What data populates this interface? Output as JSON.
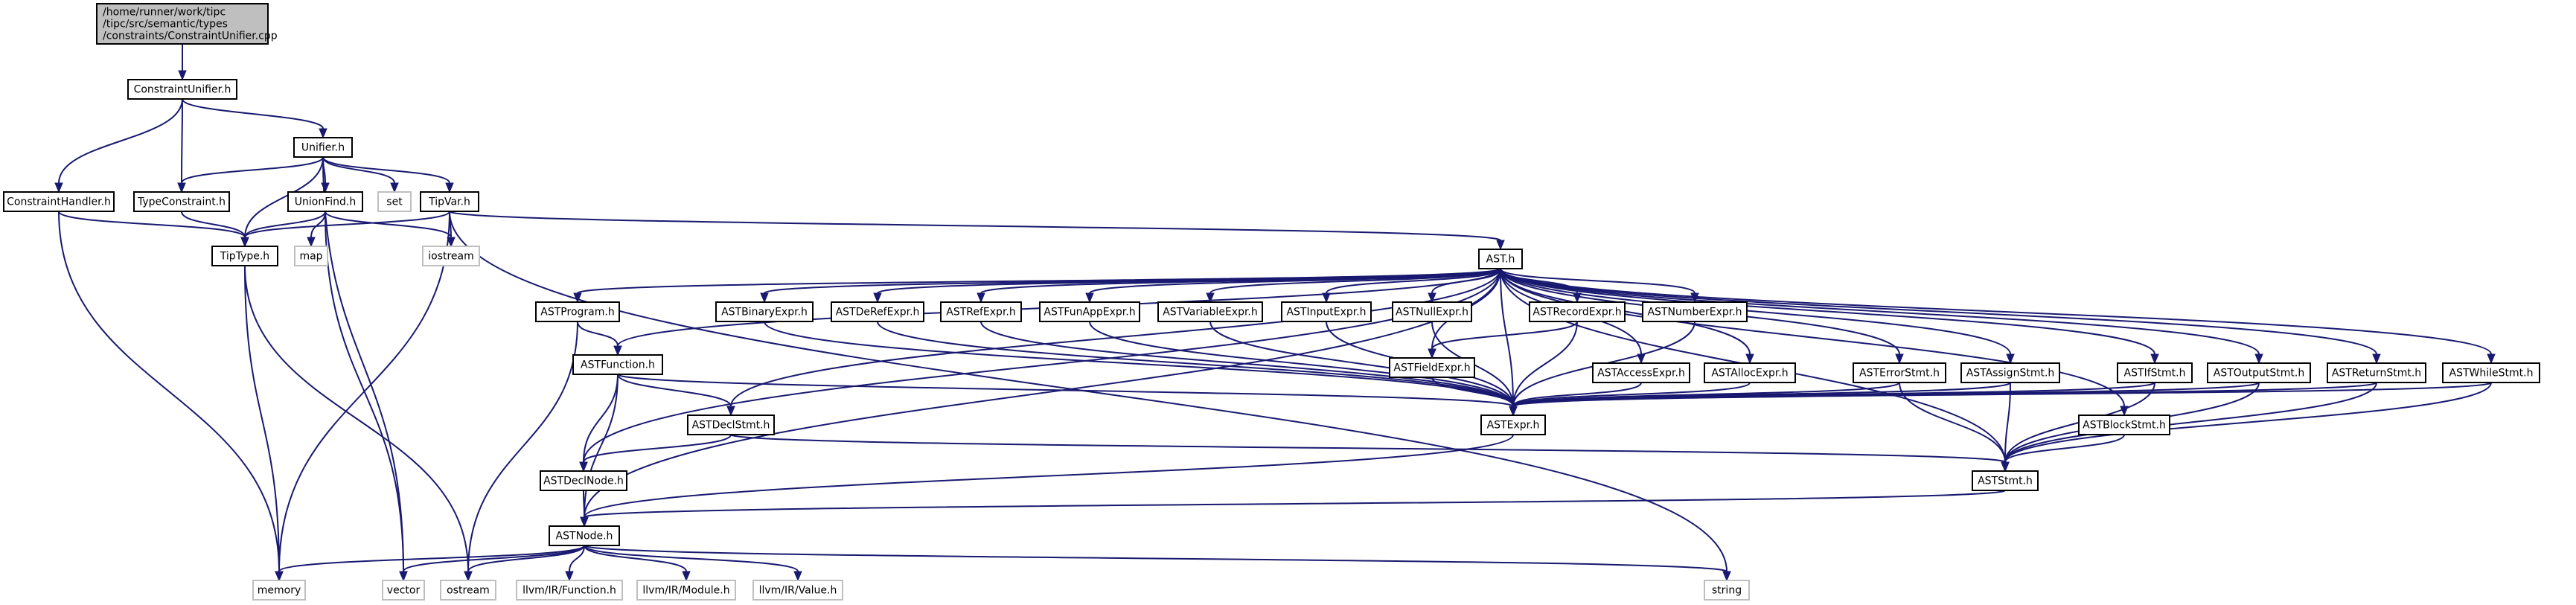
{
  "colors": {
    "edge": "#191970",
    "node_border": "#000000",
    "external_border": "#bfbfbf",
    "root_fill": "#bfbfbf",
    "node_fill": "#ffffff",
    "text": "#000000"
  },
  "nodes": [
    {
      "id": "root",
      "lines": [
        "/home/runner/work/tipc",
        "/tipc/src/semantic/types",
        "/constraints/ConstraintUnifier.cpp"
      ],
      "kind": "root"
    },
    {
      "id": "ConstraintUnifier_h",
      "lines": [
        "ConstraintUnifier.h"
      ],
      "kind": "local"
    },
    {
      "id": "Unifier_h",
      "lines": [
        "Unifier.h"
      ],
      "kind": "local"
    },
    {
      "id": "ConstraintHandler_h",
      "lines": [
        "ConstraintHandler.h"
      ],
      "kind": "local"
    },
    {
      "id": "TypeConstraint_h",
      "lines": [
        "TypeConstraint.h"
      ],
      "kind": "local"
    },
    {
      "id": "UnionFind_h",
      "lines": [
        "UnionFind.h"
      ],
      "kind": "local"
    },
    {
      "id": "set",
      "lines": [
        "set"
      ],
      "kind": "external"
    },
    {
      "id": "TipVar_h",
      "lines": [
        "TipVar.h"
      ],
      "kind": "local"
    },
    {
      "id": "TipType_h",
      "lines": [
        "TipType.h"
      ],
      "kind": "local"
    },
    {
      "id": "map",
      "lines": [
        "map"
      ],
      "kind": "external"
    },
    {
      "id": "iostream",
      "lines": [
        "iostream"
      ],
      "kind": "external"
    },
    {
      "id": "AST_h",
      "lines": [
        "AST.h"
      ],
      "kind": "local"
    },
    {
      "id": "ASTProgram_h",
      "lines": [
        "ASTProgram.h"
      ],
      "kind": "local"
    },
    {
      "id": "ASTBinaryExpr_h",
      "lines": [
        "ASTBinaryExpr.h"
      ],
      "kind": "local"
    },
    {
      "id": "ASTDeRefExpr_h",
      "lines": [
        "ASTDeRefExpr.h"
      ],
      "kind": "local"
    },
    {
      "id": "ASTRefExpr_h",
      "lines": [
        "ASTRefExpr.h"
      ],
      "kind": "local"
    },
    {
      "id": "ASTFunAppExpr_h",
      "lines": [
        "ASTFunAppExpr.h"
      ],
      "kind": "local"
    },
    {
      "id": "ASTVariableExpr_h",
      "lines": [
        "ASTVariableExpr.h"
      ],
      "kind": "local"
    },
    {
      "id": "ASTInputExpr_h",
      "lines": [
        "ASTInputExpr.h"
      ],
      "kind": "local"
    },
    {
      "id": "ASTNullExpr_h",
      "lines": [
        "ASTNullExpr.h"
      ],
      "kind": "local"
    },
    {
      "id": "ASTRecordExpr_h",
      "lines": [
        "ASTRecordExpr.h"
      ],
      "kind": "local"
    },
    {
      "id": "ASTNumberExpr_h",
      "lines": [
        "ASTNumberExpr.h"
      ],
      "kind": "local"
    },
    {
      "id": "ASTFunction_h",
      "lines": [
        "ASTFunction.h"
      ],
      "kind": "local"
    },
    {
      "id": "ASTFieldExpr_h",
      "lines": [
        "ASTFieldExpr.h"
      ],
      "kind": "local"
    },
    {
      "id": "ASTAccessExpr_h",
      "lines": [
        "ASTAccessExpr.h"
      ],
      "kind": "local"
    },
    {
      "id": "ASTAllocExpr_h",
      "lines": [
        "ASTAllocExpr.h"
      ],
      "kind": "local"
    },
    {
      "id": "ASTErrorStmt_h",
      "lines": [
        "ASTErrorStmt.h"
      ],
      "kind": "local"
    },
    {
      "id": "ASTAssignStmt_h",
      "lines": [
        "ASTAssignStmt.h"
      ],
      "kind": "local"
    },
    {
      "id": "ASTIfStmt_h",
      "lines": [
        "ASTIfStmt.h"
      ],
      "kind": "local"
    },
    {
      "id": "ASTOutputStmt_h",
      "lines": [
        "ASTOutputStmt.h"
      ],
      "kind": "local"
    },
    {
      "id": "ASTReturnStmt_h",
      "lines": [
        "ASTReturnStmt.h"
      ],
      "kind": "local"
    },
    {
      "id": "ASTWhileStmt_h",
      "lines": [
        "ASTWhileStmt.h"
      ],
      "kind": "local"
    },
    {
      "id": "ASTExpr_h",
      "lines": [
        "ASTExpr.h"
      ],
      "kind": "local"
    },
    {
      "id": "ASTBlockStmt_h",
      "lines": [
        "ASTBlockStmt.h"
      ],
      "kind": "local"
    },
    {
      "id": "ASTDeclStmt_h",
      "lines": [
        "ASTDeclStmt.h"
      ],
      "kind": "local"
    },
    {
      "id": "ASTDeclNode_h",
      "lines": [
        "ASTDeclNode.h"
      ],
      "kind": "local"
    },
    {
      "id": "ASTStmt_h",
      "lines": [
        "ASTStmt.h"
      ],
      "kind": "local"
    },
    {
      "id": "ASTNode_h",
      "lines": [
        "ASTNode.h"
      ],
      "kind": "local"
    },
    {
      "id": "memory",
      "lines": [
        "memory"
      ],
      "kind": "external"
    },
    {
      "id": "vector",
      "lines": [
        "vector"
      ],
      "kind": "external"
    },
    {
      "id": "ostream",
      "lines": [
        "ostream"
      ],
      "kind": "external"
    },
    {
      "id": "llvm_IR_Function_h",
      "lines": [
        "llvm/IR/Function.h"
      ],
      "kind": "external"
    },
    {
      "id": "llvm_IR_Module_h",
      "lines": [
        "llvm/IR/Module.h"
      ],
      "kind": "external"
    },
    {
      "id": "llvm_IR_Value_h",
      "lines": [
        "llvm/IR/Value.h"
      ],
      "kind": "external"
    },
    {
      "id": "string",
      "lines": [
        "string"
      ],
      "kind": "external"
    }
  ],
  "edges": [
    [
      "root",
      "ConstraintUnifier_h"
    ],
    [
      "ConstraintUnifier_h",
      "Unifier_h"
    ],
    [
      "ConstraintUnifier_h",
      "ConstraintHandler_h"
    ],
    [
      "ConstraintUnifier_h",
      "TypeConstraint_h"
    ],
    [
      "Unifier_h",
      "TypeConstraint_h"
    ],
    [
      "Unifier_h",
      "UnionFind_h"
    ],
    [
      "Unifier_h",
      "set"
    ],
    [
      "Unifier_h",
      "TipVar_h"
    ],
    [
      "Unifier_h",
      "TipType_h"
    ],
    [
      "Unifier_h",
      "vector"
    ],
    [
      "ConstraintHandler_h",
      "TipType_h"
    ],
    [
      "ConstraintHandler_h",
      "memory"
    ],
    [
      "TypeConstraint_h",
      "TipType_h"
    ],
    [
      "UnionFind_h",
      "TipType_h"
    ],
    [
      "UnionFind_h",
      "map"
    ],
    [
      "UnionFind_h",
      "iostream"
    ],
    [
      "UnionFind_h",
      "vector"
    ],
    [
      "TipVar_h",
      "TipType_h"
    ],
    [
      "TipVar_h",
      "iostream"
    ],
    [
      "TipVar_h",
      "AST_h"
    ],
    [
      "TipVar_h",
      "memory"
    ],
    [
      "TipVar_h",
      "string"
    ],
    [
      "TipType_h",
      "memory"
    ],
    [
      "TipType_h",
      "ostream"
    ],
    [
      "AST_h",
      "ASTProgram_h"
    ],
    [
      "AST_h",
      "ASTBinaryExpr_h"
    ],
    [
      "AST_h",
      "ASTDeRefExpr_h"
    ],
    [
      "AST_h",
      "ASTRefExpr_h"
    ],
    [
      "AST_h",
      "ASTFunAppExpr_h"
    ],
    [
      "AST_h",
      "ASTVariableExpr_h"
    ],
    [
      "AST_h",
      "ASTInputExpr_h"
    ],
    [
      "AST_h",
      "ASTNullExpr_h"
    ],
    [
      "AST_h",
      "ASTRecordExpr_h"
    ],
    [
      "AST_h",
      "ASTNumberExpr_h"
    ],
    [
      "AST_h",
      "ASTFunction_h"
    ],
    [
      "AST_h",
      "ASTFieldExpr_h"
    ],
    [
      "AST_h",
      "ASTAccessExpr_h"
    ],
    [
      "AST_h",
      "ASTAllocExpr_h"
    ],
    [
      "AST_h",
      "ASTErrorStmt_h"
    ],
    [
      "AST_h",
      "ASTAssignStmt_h"
    ],
    [
      "AST_h",
      "ASTIfStmt_h"
    ],
    [
      "AST_h",
      "ASTOutputStmt_h"
    ],
    [
      "AST_h",
      "ASTReturnStmt_h"
    ],
    [
      "AST_h",
      "ASTWhileStmt_h"
    ],
    [
      "AST_h",
      "ASTExpr_h"
    ],
    [
      "AST_h",
      "ASTBlockStmt_h"
    ],
    [
      "AST_h",
      "ASTDeclStmt_h"
    ],
    [
      "AST_h",
      "ASTDeclNode_h"
    ],
    [
      "AST_h",
      "ASTStmt_h"
    ],
    [
      "AST_h",
      "ASTNode_h"
    ],
    [
      "ASTProgram_h",
      "ASTFunction_h"
    ],
    [
      "ASTProgram_h",
      "ostream"
    ],
    [
      "ASTBinaryExpr_h",
      "ASTExpr_h"
    ],
    [
      "ASTDeRefExpr_h",
      "ASTExpr_h"
    ],
    [
      "ASTRefExpr_h",
      "ASTExpr_h"
    ],
    [
      "ASTFunAppExpr_h",
      "ASTExpr_h"
    ],
    [
      "ASTVariableExpr_h",
      "ASTExpr_h"
    ],
    [
      "ASTInputExpr_h",
      "ASTExpr_h"
    ],
    [
      "ASTNullExpr_h",
      "ASTExpr_h"
    ],
    [
      "ASTRecordExpr_h",
      "ASTFieldExpr_h"
    ],
    [
      "ASTRecordExpr_h",
      "ASTExpr_h"
    ],
    [
      "ASTNumberExpr_h",
      "ASTExpr_h"
    ],
    [
      "ASTFieldExpr_h",
      "ASTExpr_h"
    ],
    [
      "ASTAccessExpr_h",
      "ASTExpr_h"
    ],
    [
      "ASTAllocExpr_h",
      "ASTExpr_h"
    ],
    [
      "ASTErrorStmt_h",
      "ASTExpr_h"
    ],
    [
      "ASTErrorStmt_h",
      "ASTStmt_h"
    ],
    [
      "ASTAssignStmt_h",
      "ASTExpr_h"
    ],
    [
      "ASTAssignStmt_h",
      "ASTStmt_h"
    ],
    [
      "ASTIfStmt_h",
      "ASTExpr_h"
    ],
    [
      "ASTIfStmt_h",
      "ASTStmt_h"
    ],
    [
      "ASTOutputStmt_h",
      "ASTExpr_h"
    ],
    [
      "ASTOutputStmt_h",
      "ASTStmt_h"
    ],
    [
      "ASTReturnStmt_h",
      "ASTExpr_h"
    ],
    [
      "ASTReturnStmt_h",
      "ASTStmt_h"
    ],
    [
      "ASTWhileStmt_h",
      "ASTExpr_h"
    ],
    [
      "ASTWhileStmt_h",
      "ASTStmt_h"
    ],
    [
      "ASTBlockStmt_h",
      "ASTStmt_h"
    ],
    [
      "ASTFunction_h",
      "ASTDeclStmt_h"
    ],
    [
      "ASTFunction_h",
      "ASTDeclNode_h"
    ],
    [
      "ASTFunction_h",
      "ASTNode_h"
    ],
    [
      "ASTFunction_h",
      "ASTExpr_h"
    ],
    [
      "ASTDeclStmt_h",
      "ASTDeclNode_h"
    ],
    [
      "ASTDeclStmt_h",
      "ASTStmt_h"
    ],
    [
      "ASTDeclNode_h",
      "ASTNode_h"
    ],
    [
      "ASTExpr_h",
      "ASTNode_h"
    ],
    [
      "ASTStmt_h",
      "ASTNode_h"
    ],
    [
      "ASTNode_h",
      "memory"
    ],
    [
      "ASTNode_h",
      "vector"
    ],
    [
      "ASTNode_h",
      "ostream"
    ],
    [
      "ASTNode_h",
      "llvm_IR_Function_h"
    ],
    [
      "ASTNode_h",
      "llvm_IR_Module_h"
    ],
    [
      "ASTNode_h",
      "llvm_IR_Value_h"
    ],
    [
      "ASTNode_h",
      "string"
    ]
  ]
}
